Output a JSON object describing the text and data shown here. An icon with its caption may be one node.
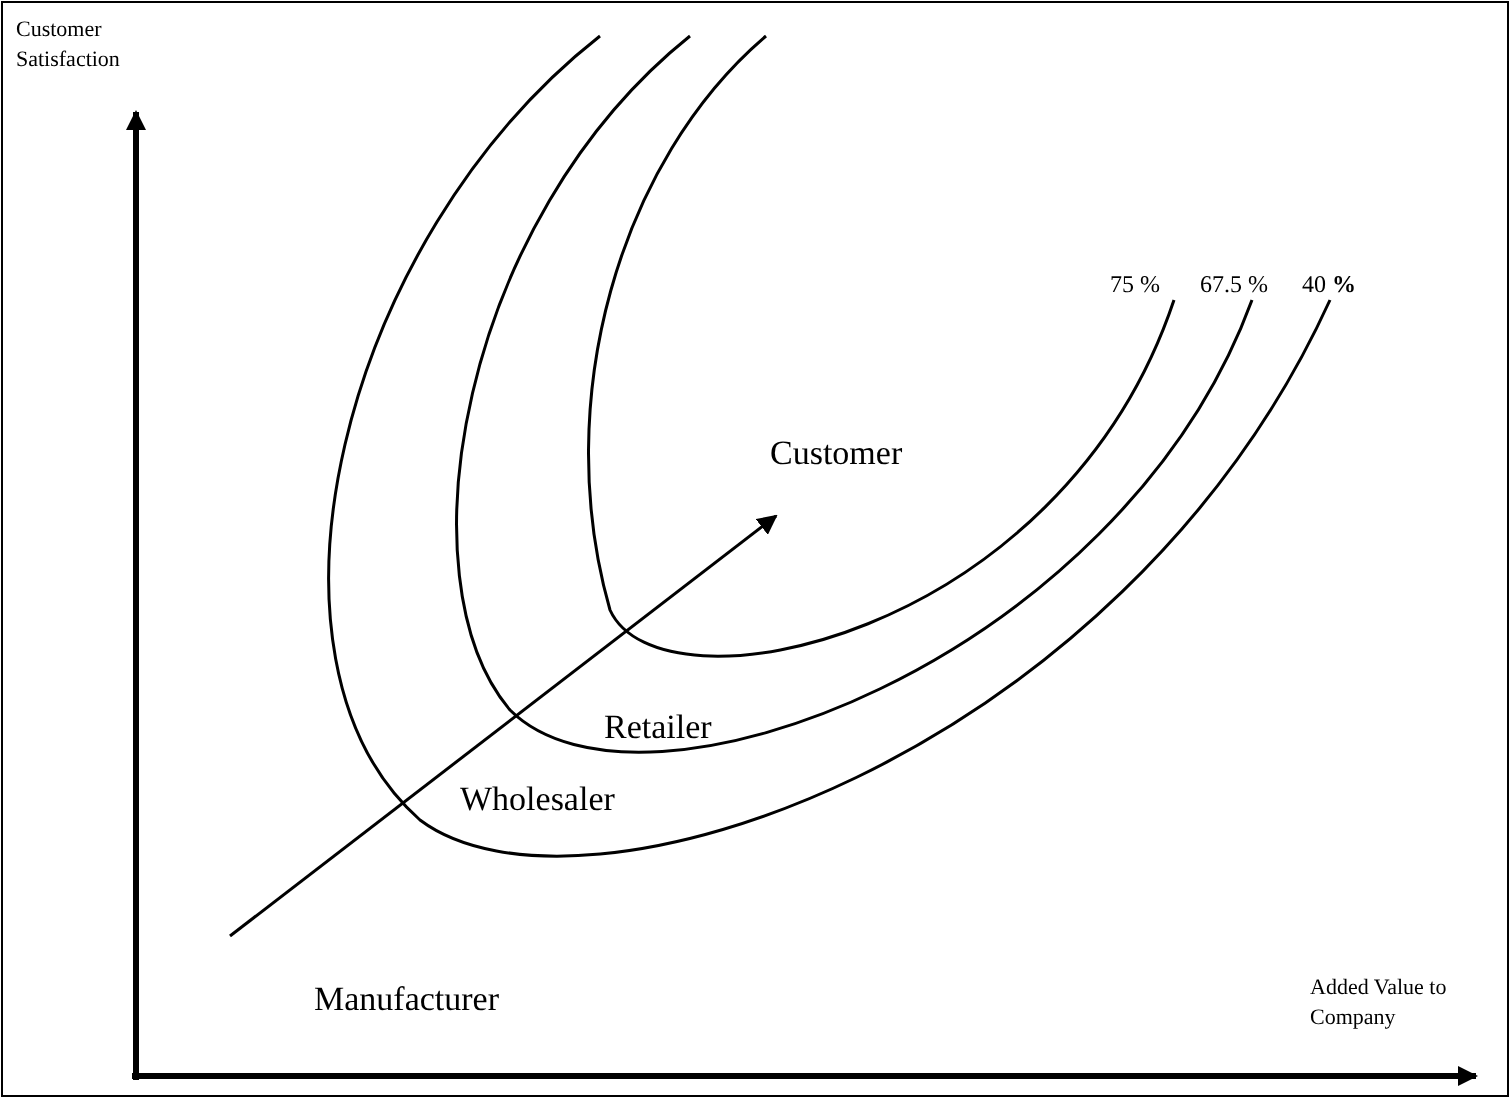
{
  "diagram": {
    "labels": [
      "Customer Satisfaction",
      "75 %",
      "67.5 %",
      "40 **%**",
      "Customer",
      "Retailer",
      "Wholesaler",
      "Manufacturer",
      "Added Value to Company"
    ]
  }
}
